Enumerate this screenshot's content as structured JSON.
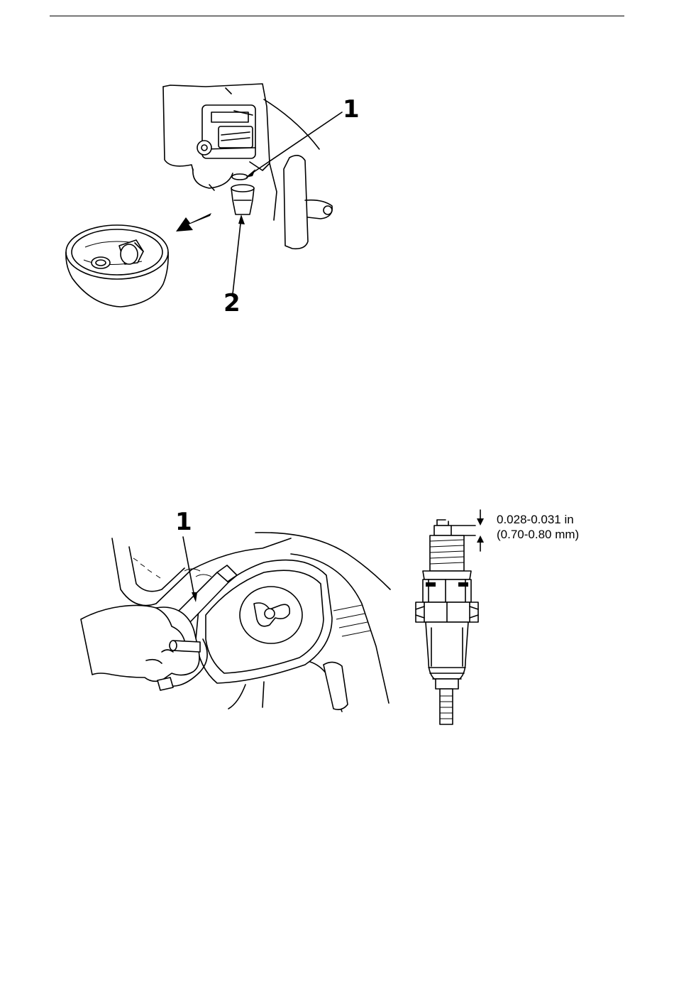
{
  "figure1": {
    "callout_1": "1",
    "callout_2": "2"
  },
  "figure2": {
    "callout_1": "1"
  },
  "spark_plug": {
    "gap_inches": "0.028-0.031 in",
    "gap_mm": "(0.70-0.80 mm)"
  }
}
